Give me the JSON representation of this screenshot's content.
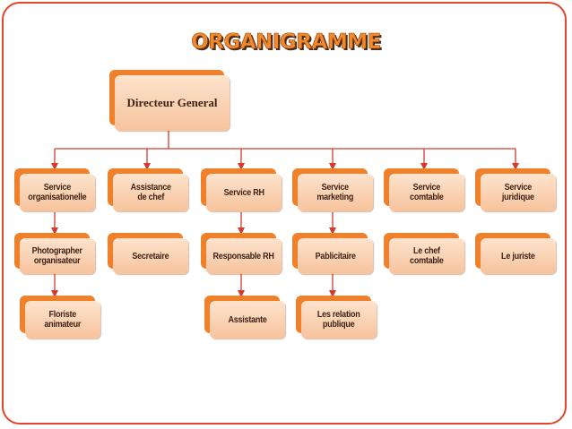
{
  "title": "ORGANIGRAMME",
  "colors": {
    "border": "#e2452e",
    "accent": "#f0812c",
    "connector": "#d43a2a",
    "box_fill": "#f7c39c",
    "text": "#3d2316"
  },
  "nodes": {
    "dg": "Directeur General",
    "svc_org": "Service\norganisationelle",
    "svc_assist": "Assistance\nde chef",
    "svc_rh": "Service RH",
    "svc_mkt": "Service\nmarketing",
    "svc_cpt": "Service\ncomtable",
    "svc_jur": "Service\njuridique",
    "photo": "Photographer\norganisateur",
    "secretaire": "Secretaire",
    "resp_rh": "Responsable RH",
    "publicitaire": "Pablicitaire",
    "chef_cpt": "Le chef\ncomtable",
    "juriste": "Le juriste",
    "fleuriste": "Floriste\nanimateur",
    "assistante": "Assistante",
    "relation": "Les relation\npublique"
  }
}
